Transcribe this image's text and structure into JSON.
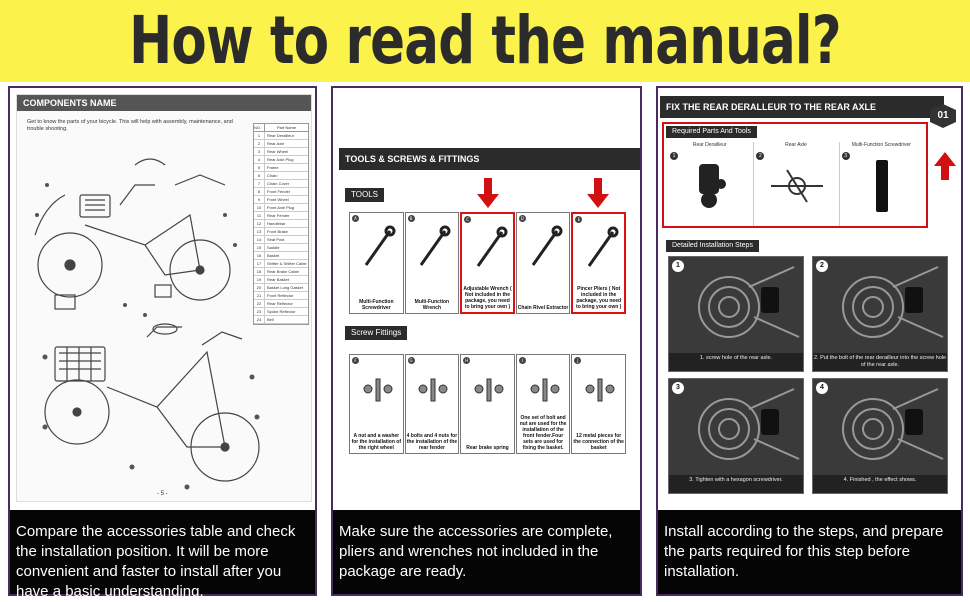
{
  "banner": {
    "title": "How to read the manual?",
    "bg_color": "#fbf24c"
  },
  "panels": [
    {
      "heading": "COMPONENTS NAME",
      "intro": "Get to know the parts of your bicycle. This will help with assembly, maintenance, and trouble shooting.",
      "table_header_no": "NO.",
      "table_header_name": "Part Name",
      "parts": [
        "Rear Derailleur",
        "Rear Axle",
        "Rear Wheel",
        "Rear Axle Plug",
        "Frame",
        "Chain",
        "Chain Cover",
        "Front Fender",
        "Front Wheel",
        "Front Axle Plug",
        "Rear Fender",
        "Handlebar",
        "Front Brake",
        "Seat Post",
        "Saddle",
        "Basket",
        "Shifter & Shifter Cable",
        "Rear Brake Cable",
        "Rear Basket",
        "Basket Long Gasket",
        "Front Reflector",
        "Rear Reflector",
        "Spoke Reflector",
        "Bell"
      ],
      "page_no": "- 5 -",
      "caption": "Compare the accessories table and check the installation position. It will be more convenient and faster to install after you have a basic understanding."
    },
    {
      "heading": "TOOLS & SCREWS & FITTINGS",
      "tools_tag": "TOOLS",
      "tools": [
        {
          "letter": "A",
          "label": "Multi-Function Screwdriver"
        },
        {
          "letter": "B",
          "label": "Multi-Function Wrench"
        },
        {
          "letter": "C",
          "label": "Adjustable Wrench ( Not included in the package, you need to bring your own )"
        },
        {
          "letter": "D",
          "label": "Chain Rivel Extractor"
        },
        {
          "letter": "E",
          "label": "Pincer Pliers ( Not included in the package, you need to bring your own )"
        }
      ],
      "screws_tag": "Screw Fittings",
      "screws": [
        {
          "letter": "F",
          "label": "A nut and a washer for the installation of the right wheel"
        },
        {
          "letter": "G",
          "label": "4 bolts and 4 nuts for the installation of the rear fender"
        },
        {
          "letter": "H",
          "label": "Rear brake spring"
        },
        {
          "letter": "I",
          "label": "One set of bolt and nut are used for the installation of the front fender.Four sets are used for fixing the basket."
        },
        {
          "letter": "J",
          "label": "12 metal pieces for the connection of the basket"
        }
      ],
      "caption": "Make sure the accessories are complete, pliers and wrenches not included in the package are ready."
    },
    {
      "heading": "FIX THE REAR DERALLEUR TO THE REAR AXLE",
      "badge": "01",
      "required_tag": "Required Parts And Tools",
      "required": [
        {
          "num": "1",
          "label": "Rear Derailleur"
        },
        {
          "num": "2",
          "label": "Rear Axle"
        },
        {
          "num": "3",
          "label": "Multi-Function Screwdriver"
        }
      ],
      "steps_tag": "Detailed Installation Steps",
      "steps": [
        {
          "num": "1",
          "label": "1. screw hole of the rear axle."
        },
        {
          "num": "2",
          "label": "2. Put the bolt of the rear derailleur into the screw hole of the rear axle."
        },
        {
          "num": "3",
          "label": "3. Tighten with a hexagon screwdriver."
        },
        {
          "num": "4",
          "label": "4. Finished , the effect shows."
        }
      ],
      "caption": "Install according to the steps, and prepare the parts required for this step before installation."
    }
  ],
  "colors": {
    "accent_red": "#d11111",
    "panel_border": "#4b2b5f",
    "caption_bg": "#050505"
  }
}
